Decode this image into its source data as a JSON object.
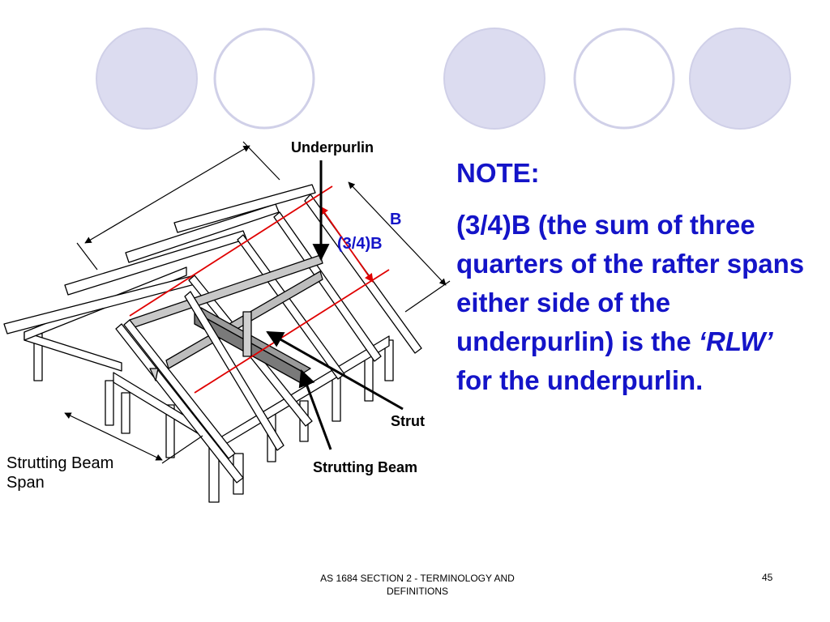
{
  "colors": {
    "circle_fill": "#dcdcf0",
    "circle_stroke": "#cfcfe6",
    "note_text": "#1414c8",
    "dimension_red": "#e00000",
    "strut_grey": "#6e6e6e"
  },
  "diagram": {
    "labels": {
      "underpurlin": "Underpurlin",
      "b": "B",
      "three_quarter_b": "(3/4)B",
      "strut": "Strut",
      "strutting_beam": "Strutting Beam",
      "strutting_beam_span_line1": "Strutting Beam",
      "strutting_beam_span_line2": "Span"
    }
  },
  "note": {
    "title": "NOTE:",
    "body_before": "(3/4)B (the sum of three quarters of the rafter spans either side of the underpurlin) is the ",
    "rlw": "‘RLW’",
    "body_after": " for the underpurlin."
  },
  "footer": {
    "line1": "AS 1684  SECTION 2 - TERMINOLOGY AND",
    "line2": "DEFINITIONS",
    "page_number": "45"
  }
}
